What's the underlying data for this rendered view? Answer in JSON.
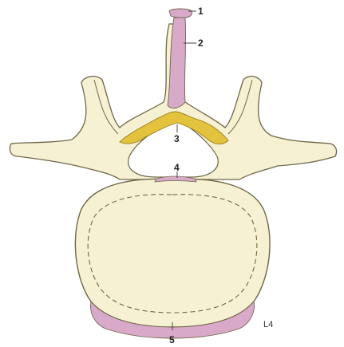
{
  "labels": {
    "l1": "1",
    "l2": "2",
    "l3": "3",
    "l4": "4",
    "l5": "5",
    "level": "L4"
  },
  "colors": {
    "bone": "#f6f1d2",
    "bone_outline": "#6f6648",
    "ligament_pink": "#d9a9c9",
    "ligamentum_flavum": "#e3c23e",
    "background": "#ffffff"
  }
}
